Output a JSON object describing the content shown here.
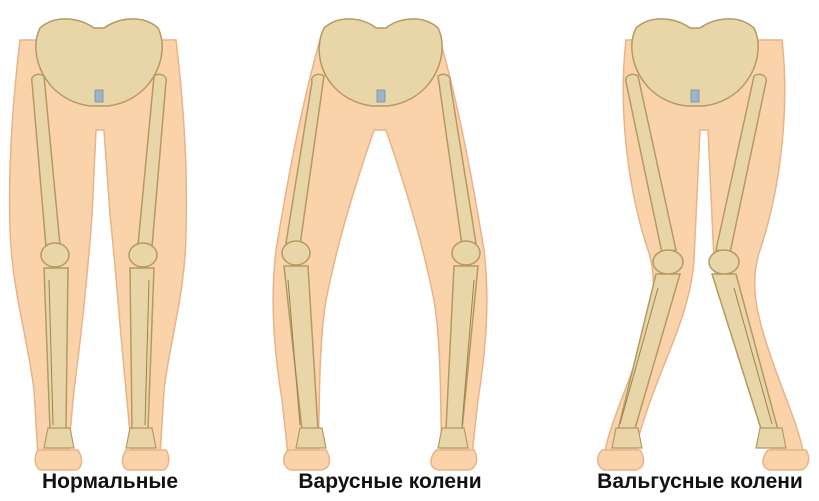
{
  "captions": {
    "normal": "Нормальные",
    "varus": "Варусные колени",
    "valgus": "Вальгусные колени"
  },
  "colors": {
    "skin": "#fbd3aa",
    "skin_edge": "#e7b488",
    "bone": "#e8d6a8",
    "bone_edge": "#b49a62",
    "bone_dark": "#9c8250",
    "cartilage": "#9fb4c8"
  },
  "figures": [
    {
      "id": "normal",
      "icon": "normal-legs-skeleton"
    },
    {
      "id": "varus",
      "icon": "bow-legs-skeleton"
    },
    {
      "id": "valgus",
      "icon": "knock-knees-skeleton"
    }
  ]
}
